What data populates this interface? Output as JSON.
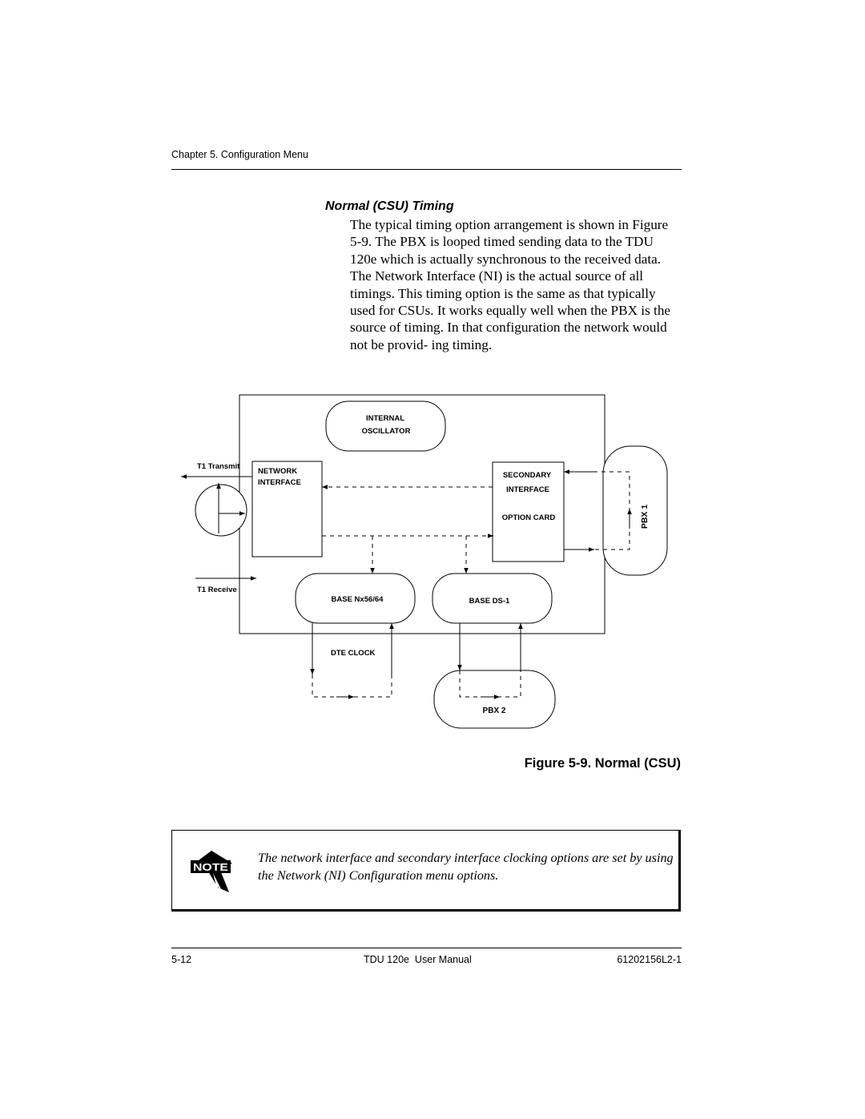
{
  "header": {
    "running_title": "Chapter 5. Configuration Menu"
  },
  "section": {
    "heading": "Normal (CSU) Timing",
    "paragraph": "The typical timing option arrangement is shown in Figure 5-9. The PBX is looped timed sending data to the TDU 120e which is actually synchronous to the received data. The Network Interface (NI) is the actual source of all timings. This timing option is the same as that typically used for CSUs. It works equally well when the PBX is the source of timing. In that configuration the network would not be provid- ing timing."
  },
  "figure": {
    "labels": {
      "internal_osc_line1": "INTERNAL",
      "internal_osc_line2": "OSCILLATOR",
      "t1_transmit": "T1 Transmit",
      "t1_receive": "T1 Receive",
      "network_interface_line1": "NETWORK",
      "network_interface_line2": "INTERFACE",
      "secondary_line1": "SECONDARY",
      "secondary_line2": "INTERFACE",
      "option_card": "OPTION CARD",
      "pbx1": "PBX 1",
      "base_nx": "BASE Nx56/64",
      "base_ds1": "BASE DS-1",
      "dte_clock": "DTE CLOCK",
      "pbx2": "PBX 2"
    },
    "caption": "Figure 5-9.  Normal (CSU)"
  },
  "note": {
    "icon_label": "NOTE",
    "text": "The network interface and secondary interface clocking options are set by using the Network (NI) Configuration menu options."
  },
  "footer": {
    "page_number": "5-12",
    "manual_title": "TDU 120e  User Manual",
    "doc_number": "61202156L2-1"
  }
}
